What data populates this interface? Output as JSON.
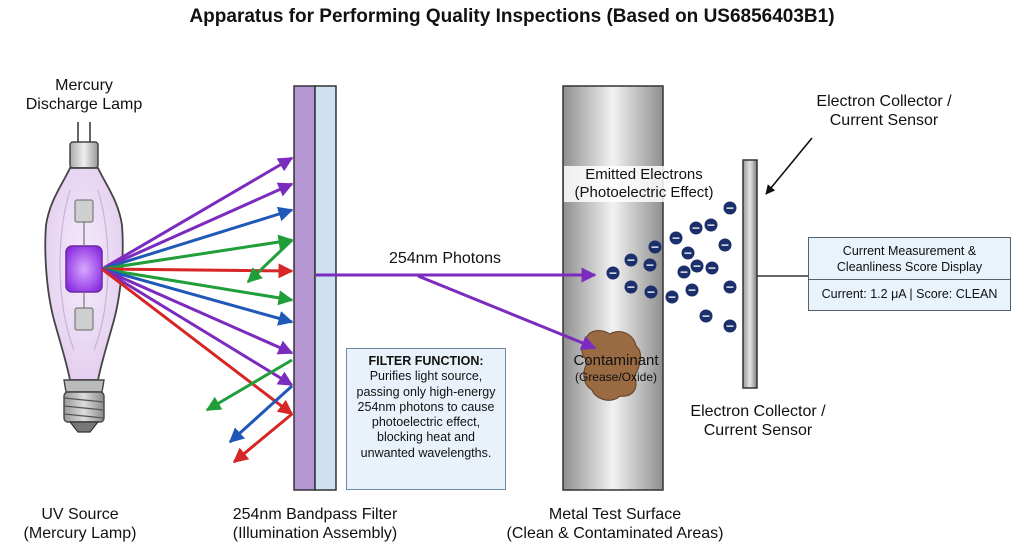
{
  "title": "Apparatus for Performing Quality Inspections (Based on US6856403B1)",
  "lamp": {
    "label_line1": "Mercury",
    "label_line2": "Discharge Lamp"
  },
  "uv_source": {
    "line1": "UV Source",
    "line2": "(Mercury Lamp)"
  },
  "filter": {
    "line1": "254nm Bandpass Filter",
    "line2": "(Illumination Assembly)",
    "function_title": "FILTER FUNCTION:",
    "function_text": "Purifies light source, passing only high-energy 254nm photons to cause photoelectric effect, blocking heat and unwanted wavelengths."
  },
  "photons_label": "254nm Photons",
  "emitted": {
    "line1": "Emitted Electrons",
    "line2": "(Photoelectric Effect)"
  },
  "contaminant": {
    "line1": "Contaminant",
    "line2": "(Grease/Oxide)"
  },
  "metal": {
    "line1": "Metal Test Surface",
    "line2": "(Clean & Contaminated Areas)"
  },
  "collector_top": {
    "line1": "Electron Collector /",
    "line2": "Current Sensor"
  },
  "collector_bottom": {
    "line1": "Electron Collector /",
    "line2": "Current Sensor"
  },
  "display": {
    "header_line1": "Current Measurement &",
    "header_line2": "Cleanliness Score Display",
    "value": "Current: 1.2 μA | Score: CLEAN"
  },
  "electron_symbol": "−",
  "colors": {
    "violet": "#7b2cbf",
    "green": "#1f9e3a",
    "blue": "#2058b8",
    "red": "#d62626",
    "filter_purple": "#b596d2",
    "filter_blue": "#cfe1f1",
    "electron": "#1b2f6b",
    "contaminant": "#9a6a43"
  }
}
